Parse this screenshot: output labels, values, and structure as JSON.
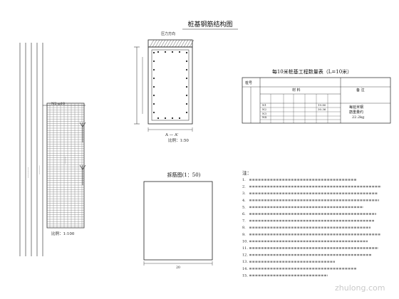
{
  "drawing": {
    "title": "桩基钢筋结构图",
    "top_label": "压力方向",
    "left_pile_scale": "比例：1:100",
    "section_label": "A — A'",
    "section_scale": "比例：1:50",
    "developed_title": "拆筋图(1：50)",
    "left_dim_label": "N2 φ10",
    "developed_bottom_dim": "20"
  },
  "table": {
    "title": "每10米桩基工程数量表（L=10米）",
    "headers": {
      "id": "桩号",
      "material": "材  料",
      "note": "备  注"
    },
    "row_ids": [
      "N1",
      "N2",
      "N3",
      "N4"
    ],
    "note_text": [
      "每延米钢",
      "筋重量约",
      "22.2kg"
    ],
    "sample_values": [
      "19.80",
      "30.36"
    ]
  },
  "notes": {
    "heading": "注：",
    "numbers": [
      "1.",
      "2.",
      "3.",
      "4.",
      "5.",
      "6.",
      "7.",
      "8.",
      "9.",
      "10.",
      "11.",
      "12.",
      "13.",
      "14.",
      "15."
    ]
  },
  "watermark": "zhulong.com",
  "colors": {
    "line": "#222222",
    "hatch": "#555555",
    "light": "#9a9a9a"
  }
}
